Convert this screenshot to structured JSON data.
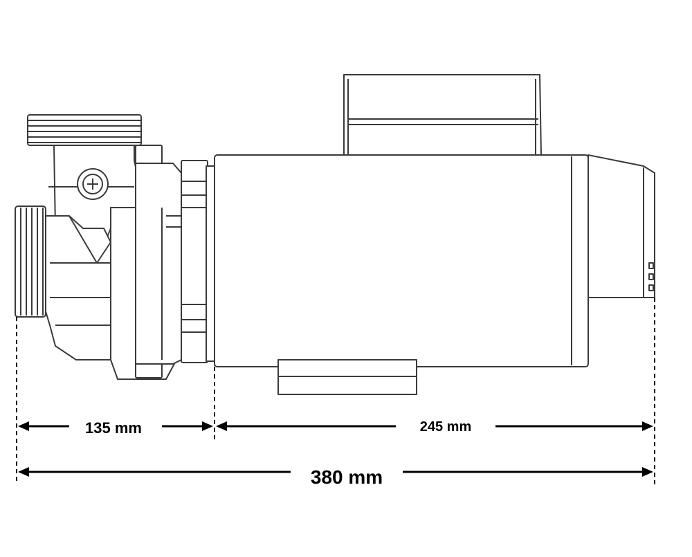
{
  "diagram": {
    "dimensions": {
      "wet_end": "135 mm",
      "motor": "245 mm",
      "overall": "380 mm"
    },
    "colors": {
      "line": "#3a3a3a",
      "dim": "#000000",
      "background": "#ffffff"
    }
  }
}
